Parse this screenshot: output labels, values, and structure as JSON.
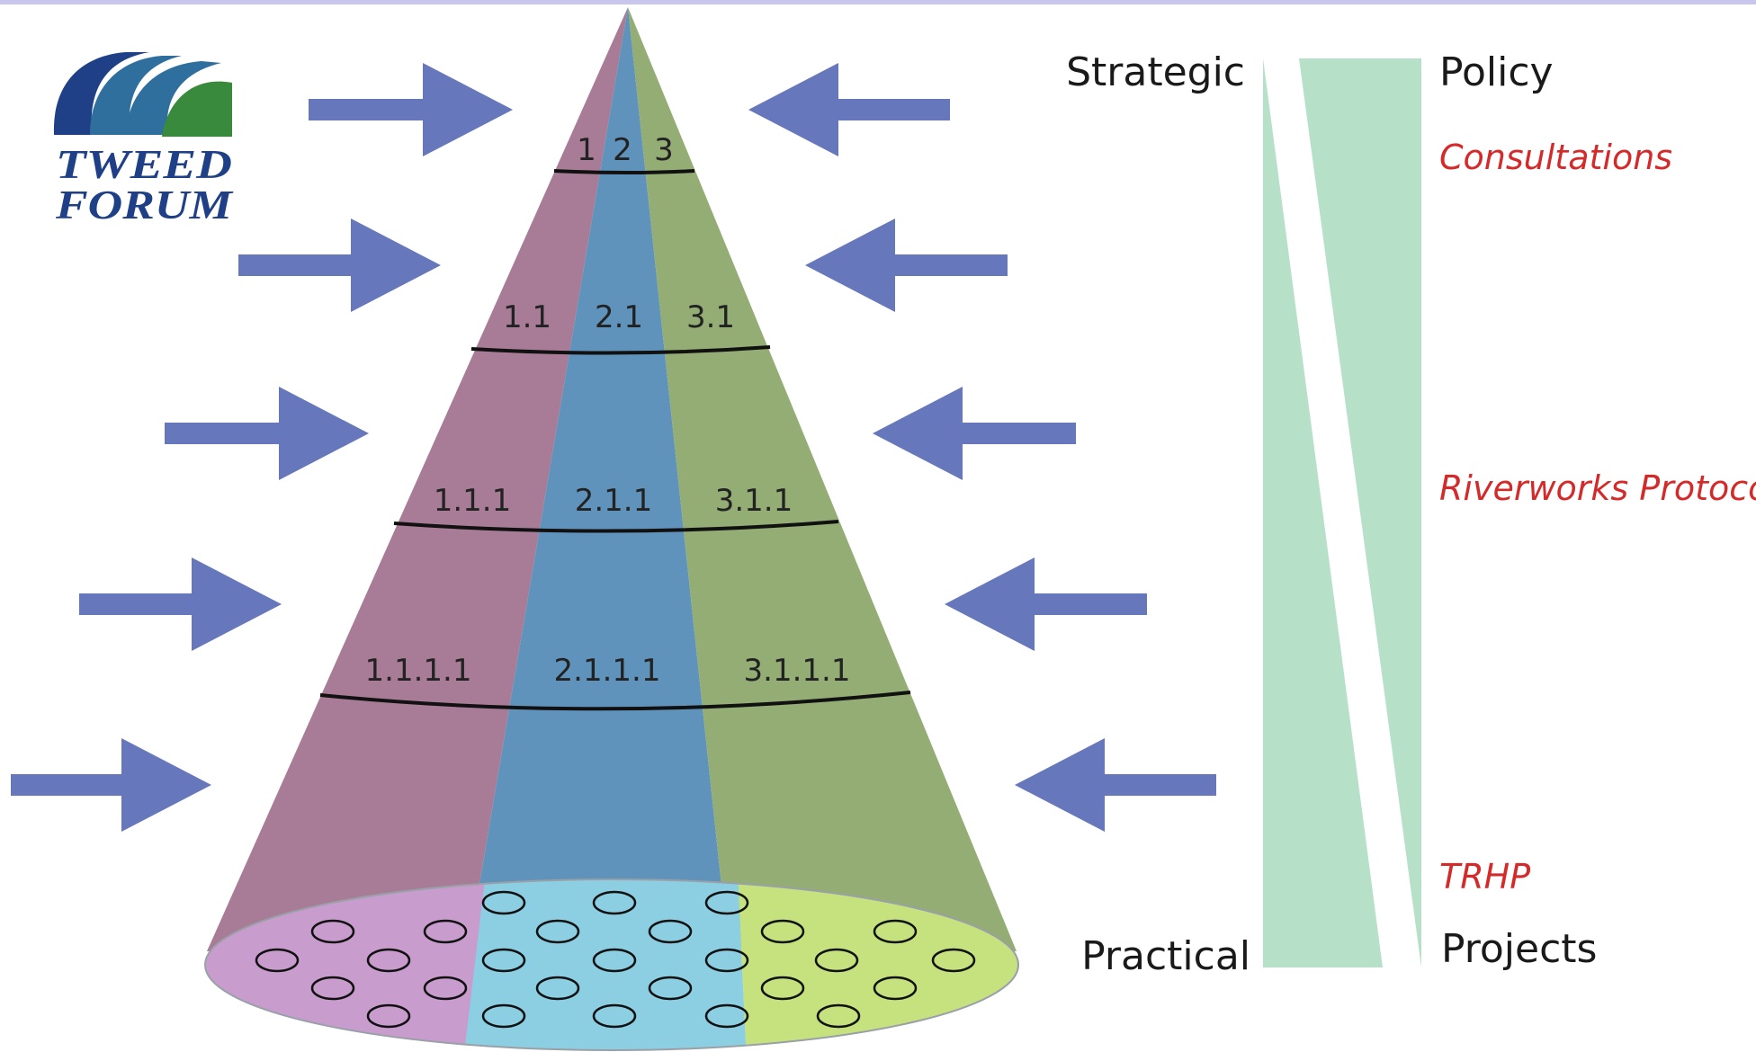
{
  "logo": {
    "line1": "TWEED",
    "line2": "FORUM",
    "colors": {
      "dark": "#1f3f86",
      "mid": "#2f6f9e",
      "green": "#3a8a3d"
    }
  },
  "cone": {
    "colors": {
      "segment1": "#a87c96",
      "segment2": "#5f93bb",
      "segment3": "#93ad74",
      "base1": "#c89dce",
      "base2": "#8ccfe3",
      "base3": "#c6e27e"
    },
    "labels": [
      [
        "1",
        "2",
        "3"
      ],
      [
        "1.1",
        "2.1",
        "3.1"
      ],
      [
        "1.1.1",
        "2.1.1",
        "3.1.1"
      ],
      [
        "1.1.1.1",
        "2.1.1.1",
        "3.1.1.1"
      ]
    ]
  },
  "arrows": {
    "color": "#6677bb"
  },
  "scale": {
    "left_top": "Strategic",
    "left_bottom": "Practical",
    "right_top": "Policy",
    "right_bottom": "Projects",
    "wedge_color": "#b7e0c9",
    "items": [
      "Consultations",
      "Riverworks Protocol",
      "TRHP"
    ]
  }
}
